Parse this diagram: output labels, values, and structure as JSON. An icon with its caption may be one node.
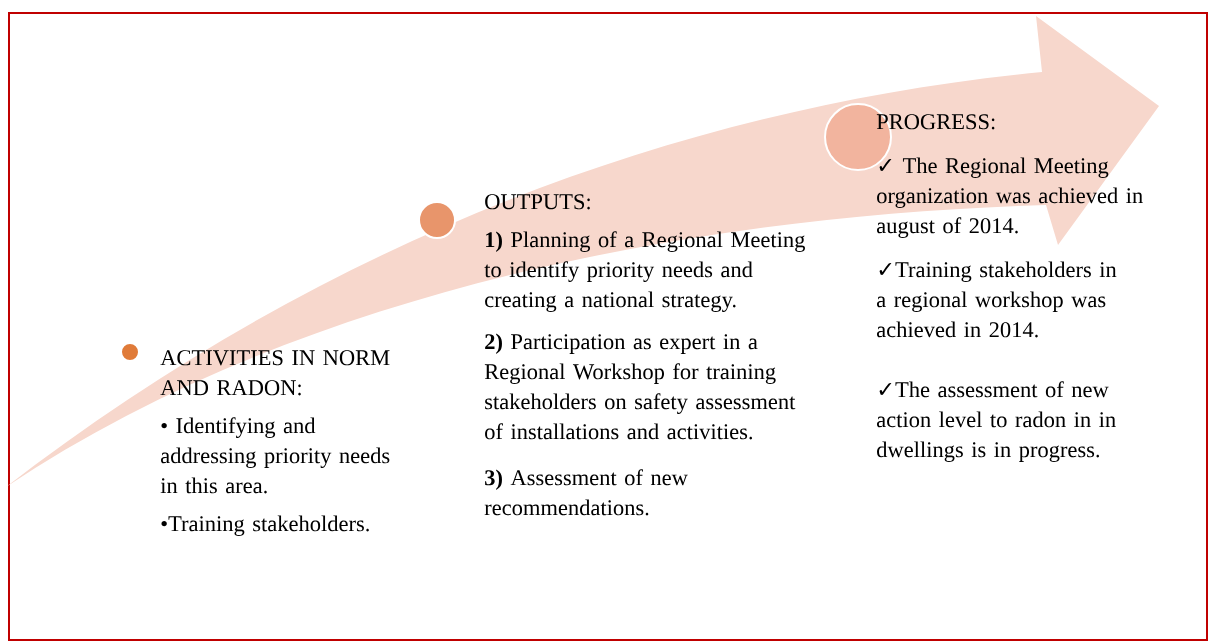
{
  "diagram": {
    "nodes": [
      {
        "text": [
          "ACTIVITIES IN NORM AND RADON:",
          "• Identifying and addressing priority needs in this area.",
          "•Training stakeholders."
        ]
      },
      {
        "text": [
          "OUTPUTS:",
          "**1)** Planning of a Regional Meeting to identify priority needs and creating a national strategy.",
          "**2)** Participation as expert in a Regional Workshop for training stakeholders on safety assessment of installations and activities.",
          "**3)** Assessment of new recommendations."
        ]
      },
      {
        "text": [
          "PROGRESS:",
          "✓ The Regional Meeting organization was achieved in august of 2014.",
          "✓Training stakeholders in a regional workshop was achieved in 2014.",
          "✓The assessment of new action level to radon in in dwellings is in progress."
        ]
      }
    ]
  }
}
